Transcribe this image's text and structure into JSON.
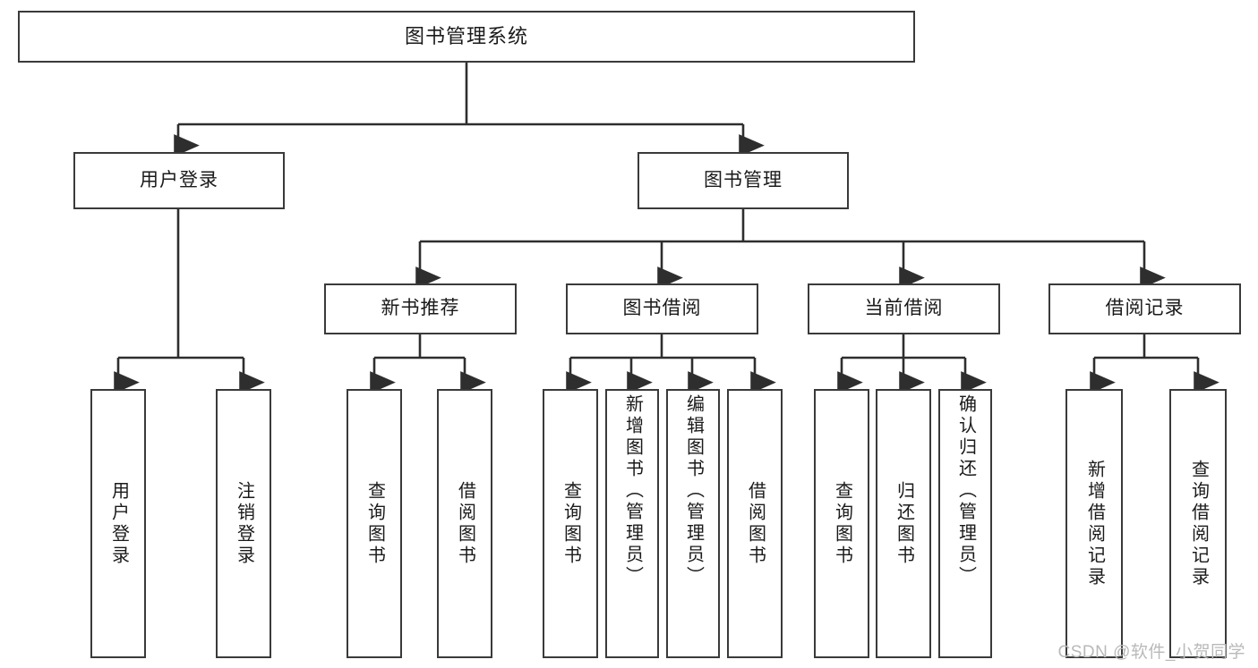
{
  "diagram": {
    "title": "图书管理系统",
    "type": "tree-hierarchy",
    "root": {
      "label": "图书管理系统"
    },
    "level2": [
      {
        "id": "user-login",
        "label": "用户登录"
      },
      {
        "id": "book-management",
        "label": "图书管理"
      }
    ],
    "level3": [
      {
        "id": "new-book-recommend",
        "label": "新书推荐",
        "parent": "book-management"
      },
      {
        "id": "book-borrow",
        "label": "图书借阅",
        "parent": "book-management"
      },
      {
        "id": "current-borrow",
        "label": "当前借阅",
        "parent": "book-management"
      },
      {
        "id": "borrow-record",
        "label": "借阅记录",
        "parent": "book-management"
      }
    ],
    "leaves": [
      {
        "id": "leaf-user-login",
        "label": "用户登录",
        "parent": "user-login"
      },
      {
        "id": "leaf-user-logout",
        "label": "注销登录",
        "parent": "user-login"
      },
      {
        "id": "leaf-query-book-1",
        "label": "查询图书",
        "parent": "new-book-recommend"
      },
      {
        "id": "leaf-borrow-book-1",
        "label": "借阅图书",
        "parent": "new-book-recommend"
      },
      {
        "id": "leaf-query-book-2",
        "label": "查询图书",
        "parent": "book-borrow"
      },
      {
        "id": "leaf-add-book",
        "label": "新增图书（管理员）",
        "parent": "book-borrow"
      },
      {
        "id": "leaf-edit-book",
        "label": "编辑图书（管理员）",
        "parent": "book-borrow"
      },
      {
        "id": "leaf-borrow-book-2",
        "label": "借阅图书",
        "parent": "book-borrow"
      },
      {
        "id": "leaf-query-book-3",
        "label": "查询图书",
        "parent": "current-borrow"
      },
      {
        "id": "leaf-return-book",
        "label": "归还图书",
        "parent": "current-borrow"
      },
      {
        "id": "leaf-confirm-return",
        "label": "确认归还（管理员）",
        "parent": "current-borrow"
      },
      {
        "id": "leaf-add-record",
        "label": "新增借阅记录",
        "parent": "borrow-record"
      },
      {
        "id": "leaf-query-record",
        "label": "查询借阅记录",
        "parent": "borrow-record"
      }
    ],
    "watermark": "CSDN @软件_小贺同学",
    "colors": {
      "stroke": "#3a3a3a",
      "fill": "#ffffff",
      "text": "#1a1a1a",
      "watermark": "#b9b9b9"
    }
  }
}
